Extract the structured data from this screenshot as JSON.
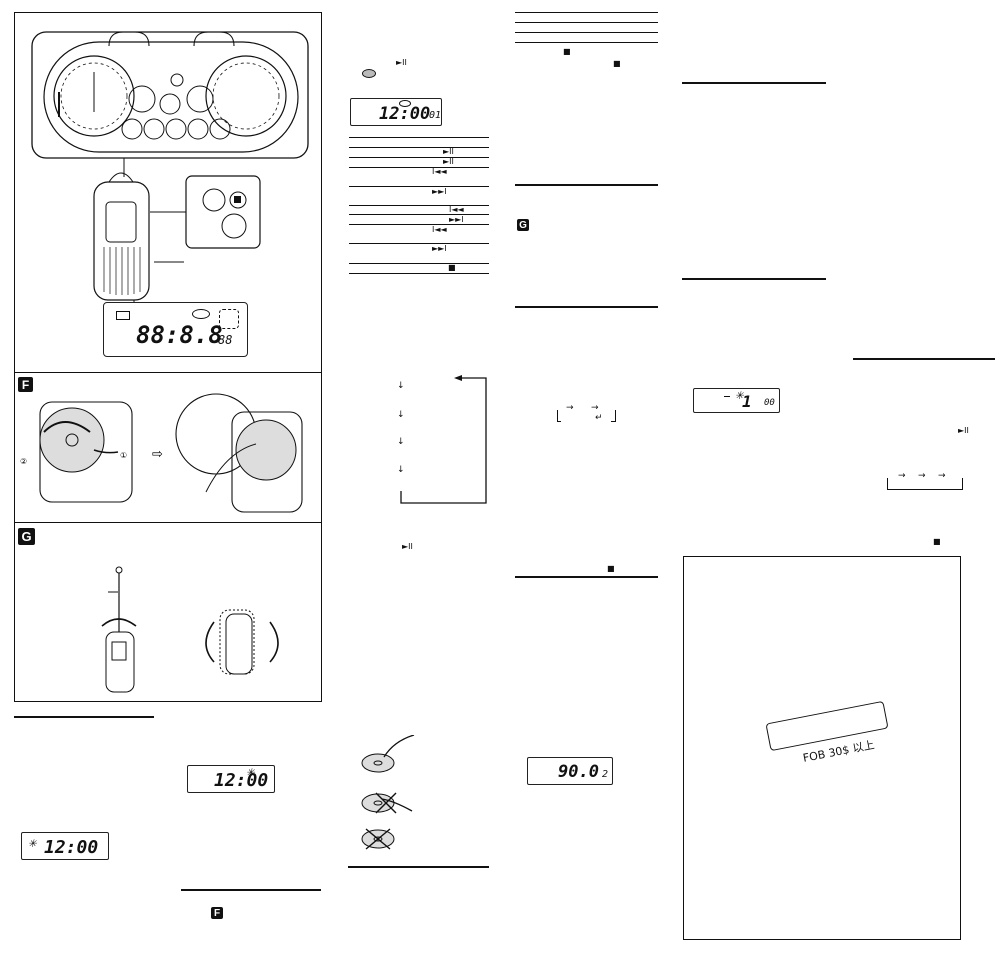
{
  "figure": {
    "badge_f": "F",
    "badge_g": "G",
    "main_lcd": {
      "digits": "88:8.8",
      "track": "88"
    }
  },
  "col2": {
    "lcd_clock": {
      "time": "12:00",
      "track": "01"
    },
    "play_symbol": "►II",
    "table_symbols": [
      "►II",
      "►II",
      "I◄◄",
      "►►I",
      "I◄◄",
      "►►I",
      "I◄◄",
      "►►I",
      "■"
    ],
    "mode_arrows": [
      "↓",
      "↓",
      "↓",
      "↓"
    ],
    "play_symbol_2": "►II"
  },
  "col3": {
    "stop_symbols": [
      "■",
      "■"
    ],
    "badge_g": "G",
    "seq": {
      "a": "→",
      "b": "→",
      "c": "↵"
    },
    "stop_symbol_heading": "■",
    "lcd_freq": {
      "freq": "90.0",
      "preset": "2"
    }
  },
  "col1_bottom": {
    "lcd_blink_a": "12:00",
    "lcd_blink_b": "12:00",
    "badge_f": "F"
  },
  "col4": {
    "lcd_preset": {
      "num": "1",
      "track": "00"
    },
    "play_symbol": "►II",
    "seq_arrows": [
      "→",
      "→",
      "→"
    ],
    "stop_symbol": "■",
    "label_text": "FOB 30$ 以上"
  }
}
